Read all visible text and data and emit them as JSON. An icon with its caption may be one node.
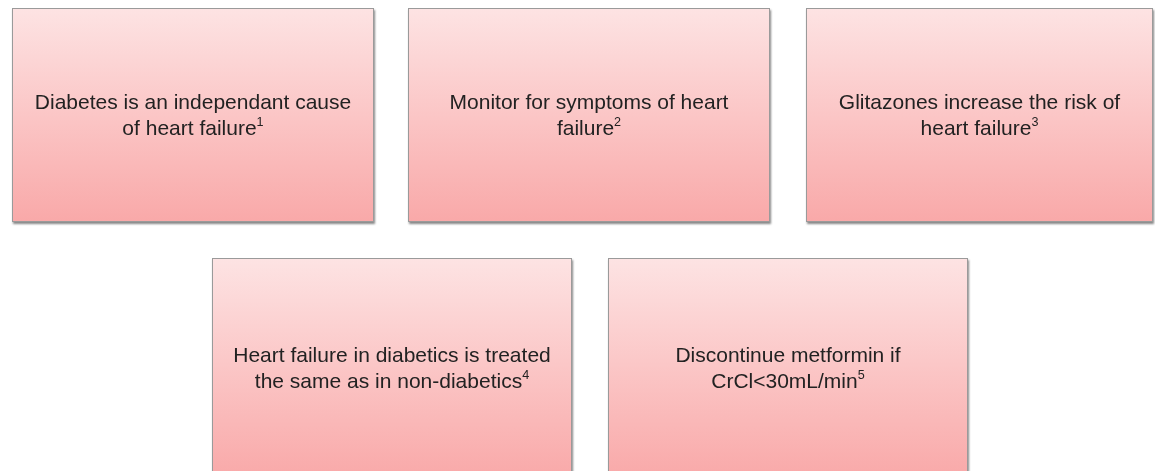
{
  "diagram": {
    "nodes": [
      {
        "text": [
          "Diabetes is an independant cause of heart failure$^{1}$"
        ]
      },
      {
        "text": [
          "Monitor for symptoms of heart failure$^{2}$"
        ]
      },
      {
        "text": [
          "Glitazones increase the risk of heart failure$^{3}$"
        ]
      },
      {
        "text": [
          "Heart failure in diabetics is treated the same as in non-diabetics$^{4}$"
        ]
      },
      {
        "text": [
          "Discontinue metformin if CrCl<30mL/min$^{5}$"
        ]
      }
    ]
  }
}
